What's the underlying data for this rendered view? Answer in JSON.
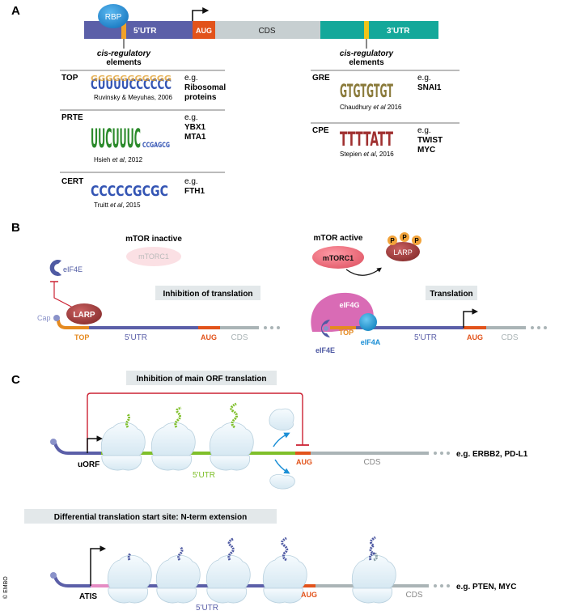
{
  "copyright": "© EMBO",
  "panelA": {
    "label": "A",
    "rbp": "RBP",
    "utr5": "5'UTR",
    "aug": "AUG",
    "cds": "CDS",
    "utr3": "3'UTR",
    "cis_left_1": "cis-regulatory",
    "cis_left_2": "elements",
    "cis_right_1": "cis-regulatory",
    "cis_right_2": "elements",
    "top": {
      "name": "TOP",
      "eg": "e.g.",
      "targets_1": "Ribosomal",
      "targets_2": "proteins",
      "citation": "Ruvinsky & Meyuhas, 2006",
      "logo_text": "CUUUUCCCCCC"
    },
    "prte": {
      "name": "PRTE",
      "eg": "e.g.",
      "targets_1": "YBX1",
      "targets_2": "MTA1",
      "citation_a": "Hsieh ",
      "citation_b": "et al",
      "citation_c": ", 2012",
      "logo_text": "UUCUUUC"
    },
    "cert": {
      "name": "CERT",
      "eg": "e.g.",
      "targets_1": "FTH1",
      "citation_a": "Truitt ",
      "citation_b": "et al",
      "citation_c": ", 2015",
      "logo_text": "CCCCCGCGC"
    },
    "gre": {
      "name": "GRE",
      "eg": "e.g.",
      "targets_1": "SNAI1",
      "citation_a": "Chaudhury ",
      "citation_b": "et al",
      "citation_c": " 2016",
      "logo_text": "GTGTGTGT"
    },
    "cpe": {
      "name": "CPE",
      "eg": "e.g.",
      "targets_1": "TWIST",
      "targets_2": "MYC",
      "citation_a": "Stepien ",
      "citation_b": "et al",
      "citation_c": ", 2016",
      "logo_text": "TTTTATT"
    }
  },
  "panelB": {
    "label": "B",
    "inactive_title": "mTOR inactive",
    "mtorc1_faded": "mTORC1",
    "eif4e_free": "eIF4E",
    "cap": "Cap",
    "larp": "LARP",
    "top": "TOP",
    "utr5": "5'UTR",
    "aug": "AUG",
    "cds": "CDS",
    "inhibition_box": "Inhibition of translation",
    "active_title": "mTOR active",
    "mtorc1": "mTORC1",
    "larp_p": "LARP",
    "p": "P",
    "eif4g": "eIF4G",
    "top2": "TOP",
    "eif4e": "eIF4E",
    "eif4a": "eIF4A",
    "utr5_2": "5'UTR",
    "aug2": "AUG",
    "cds2": "CDS",
    "translation_box": "Translation"
  },
  "panelC": {
    "label": "C",
    "box1": "Inhibition of main ORF translation",
    "uorf": "uORF",
    "utr5": "5'UTR",
    "aug": "AUG",
    "cds": "CDS",
    "eg1": "e.g. ERBB2, PD-L1",
    "box2": "Differential translation start site: N-term extension",
    "atis": "ATIS",
    "utr5_2": "5'UTR",
    "aug2": "AUG",
    "cds2": "CDS",
    "eg2": "e.g. PTEN, MYC"
  },
  "colors": {
    "utr5": "#5b5fa8",
    "aug": "#e2531b",
    "cds": "#c7cfd1",
    "utr3": "#14a89a",
    "cis": "#f0a12a",
    "rbp": "#1e8fd6",
    "larp": "#9e3b3b",
    "eif4g": "#d96bb5",
    "eif4e": "#4f5aa3",
    "eif4a": "#1ba2d9",
    "green": "#7fbf2a",
    "red_line": "#cc2233",
    "ribosome": "#e6f1f8",
    "atis": "#e58cc4"
  }
}
